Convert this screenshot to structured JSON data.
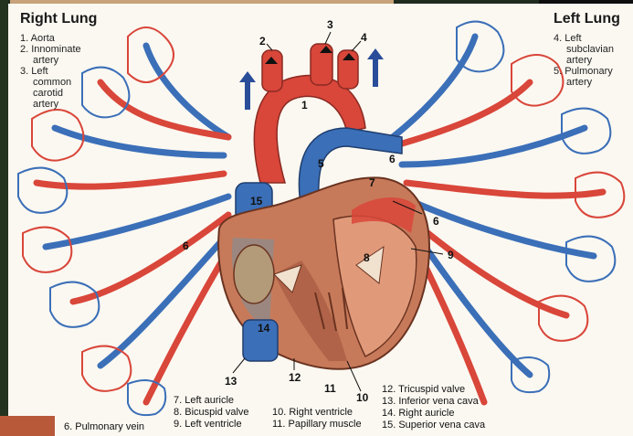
{
  "right_lung": {
    "title": "Right Lung",
    "items": [
      "1. Aorta",
      "2. Innominate",
      "artery",
      "3. Left",
      "common",
      "carotid",
      "artery"
    ]
  },
  "left_lung": {
    "title": "Left Lung",
    "items": [
      "4. Left",
      "subclavian",
      "artery",
      "5. Pulmonary",
      "artery"
    ]
  },
  "numbers": {
    "n1": "1",
    "n2": "2",
    "n3": "3",
    "n4": "4",
    "n5": "5",
    "n6a": "6",
    "n6b": "6",
    "n6c": "6",
    "n7": "7",
    "n8": "8",
    "n9": "9",
    "n10": "10",
    "n11": "11",
    "n12": "12",
    "n13": "13",
    "n14": "14",
    "n15": "15"
  },
  "legend": {
    "col1": [
      "7. Left auricle",
      "8. Bicuspid valve",
      "9. Left ventricle"
    ],
    "col2": [
      "10. Right ventricle",
      "11. Papillary muscle"
    ],
    "col3": [
      "12. Tricuspid valve",
      "13. Inferior vena cava",
      "14. Right auricle",
      "15. Superior vena cava"
    ],
    "pulmonary_vein": "6. Pulmonary vein"
  },
  "colors": {
    "artery_red": "#d9463a",
    "vein_blue": "#3b6fb8",
    "heart_muscle": "#c77a5a",
    "background": "#fbf8f1"
  }
}
